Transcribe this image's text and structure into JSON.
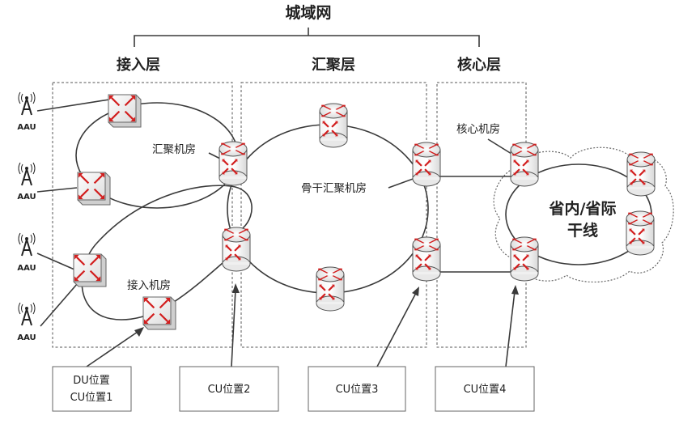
{
  "title": "城域网",
  "layers": {
    "access": "接入层",
    "aggregation": "汇聚层",
    "core": "核心层"
  },
  "labels": {
    "agg_room": "汇聚机房",
    "access_room": "接入机房",
    "backbone_agg_room": "骨干汇聚机房",
    "core_room": "核心机房",
    "backbone_line1": "省内/省际",
    "backbone_line2": "干线"
  },
  "aau": [
    "AAU",
    "AAU",
    "AAU",
    "AAU"
  ],
  "positions": [
    {
      "lines": [
        "DU位置",
        "CU位置1"
      ]
    },
    {
      "lines": [
        "CU位置2"
      ]
    },
    {
      "lines": [
        "CU位置3"
      ]
    },
    {
      "lines": [
        "CU位置4"
      ]
    }
  ],
  "colors": {
    "router_body": "#ffffff",
    "arrow": "#d21e1e",
    "line": "#3a3a3a"
  }
}
